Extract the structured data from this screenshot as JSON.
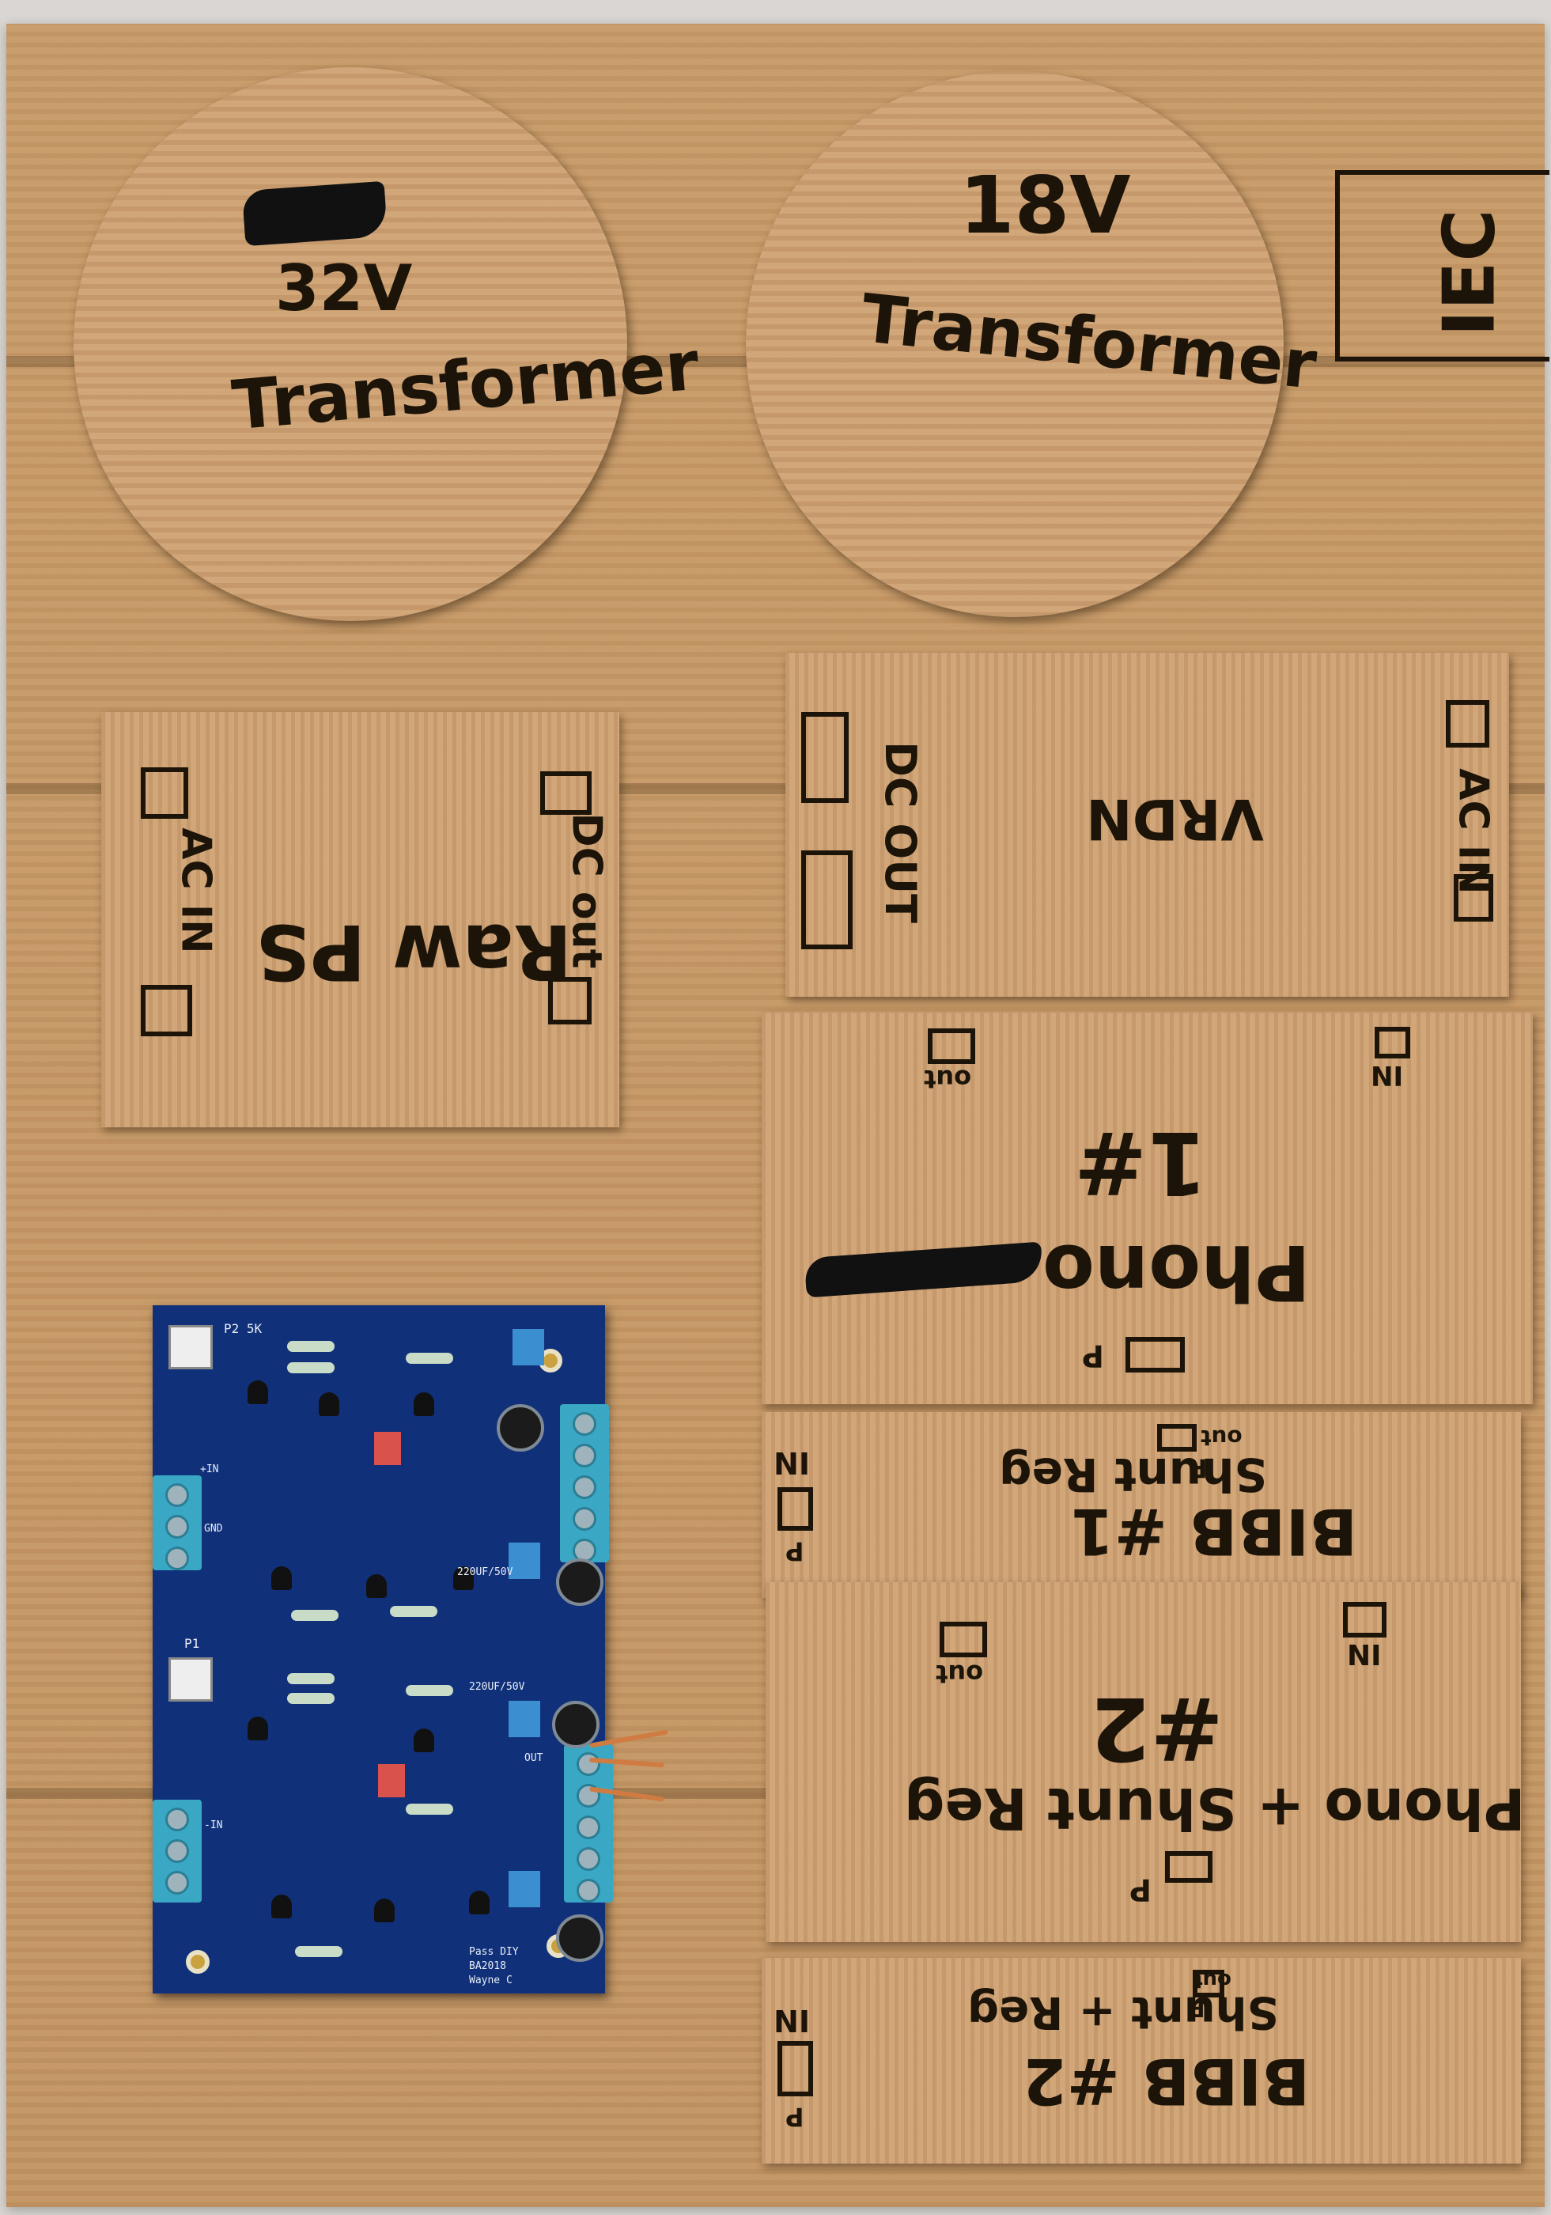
{
  "labels": {
    "t1_voltage": "32V",
    "t1_name": "Transformer",
    "t2_voltage": "18V",
    "t2_name": "Transformer",
    "iec": "IEC",
    "raw_ps": "Raw PS",
    "raw_ac_in": "AC IN",
    "raw_dc_out": "DC out",
    "vrdn": "VRDN",
    "vrdn_dc_out": "DC OUT",
    "vrdn_ac_in": "AC IN",
    "phono1_num": "1#",
    "phono1_name": "Phono",
    "phono1_out": "out",
    "phono1_in": "IN",
    "phono1_p": "P",
    "bibb1": "BIBB #1",
    "bibb1_reg": "Shunt Reg",
    "bibb1_out": "out",
    "bibb1_p": "P",
    "bibb1_in": "IN",
    "bibb1_p2": "P",
    "phono2_num": "#2",
    "phono2_name": "Phono + Shunt Reg",
    "phono2_out": "out",
    "phono2_in": "IN",
    "phono2_p": "P",
    "bibb2": "BIBB #2",
    "bibb2_reg": "Shunt + Reg",
    "bibb2_out": "out",
    "bibb2_p": "P",
    "bibb2_in": "IN",
    "bibb2_p2": "P"
  },
  "pcb": {
    "silk_top": "P2 5K",
    "silk_mid": "P1",
    "silk_bottom_1": "Pass DIY",
    "silk_bottom_2": "BA2018",
    "silk_bottom_3": "Wayne C",
    "silk_cap1": "220UF/50V",
    "silk_cap2": "220UF/50V",
    "silk_in1": "+IN",
    "silk_in2": "-IN",
    "silk_out": "OUT",
    "silk_gnd": "GND"
  }
}
